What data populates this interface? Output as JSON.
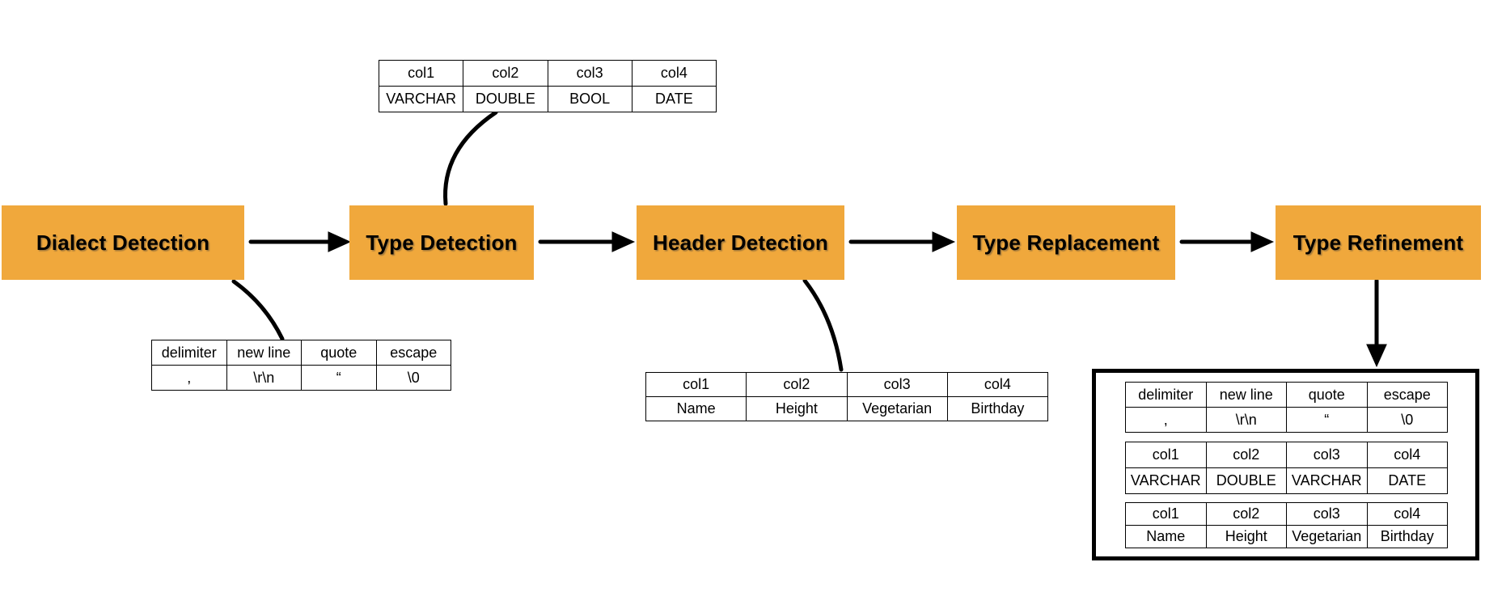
{
  "stages": [
    {
      "label": "Dialect Detection"
    },
    {
      "label": "Type Detection"
    },
    {
      "label": "Header Detection"
    },
    {
      "label": "Type Replacement"
    },
    {
      "label": "Type Refinement"
    }
  ],
  "tables": {
    "dialect_detected": {
      "headers": [
        "delimiter",
        "new line",
        "quote",
        "escape"
      ],
      "values": [
        ",",
        "\\r\\n",
        "“",
        "\\0"
      ]
    },
    "types_detected": {
      "headers": [
        "col1",
        "col2",
        "col3",
        "col4"
      ],
      "values": [
        "VARCHAR",
        "DOUBLE",
        "BOOL",
        "DATE"
      ]
    },
    "header_detected": {
      "headers": [
        "col1",
        "col2",
        "col3",
        "col4"
      ],
      "values": [
        "Name",
        "Height",
        "Vegetarian",
        "Birthday"
      ]
    },
    "final_dialect": {
      "headers": [
        "delimiter",
        "new line",
        "quote",
        "escape"
      ],
      "values": [
        ",",
        "\\r\\n",
        "“",
        "\\0"
      ]
    },
    "final_types": {
      "headers": [
        "col1",
        "col2",
        "col3",
        "col4"
      ],
      "values": [
        "VARCHAR",
        "DOUBLE",
        "VARCHAR",
        "DATE"
      ]
    },
    "final_header": {
      "headers": [
        "col1",
        "col2",
        "col3",
        "col4"
      ],
      "values": [
        "Name",
        "Height",
        "Vegetarian",
        "Birthday"
      ]
    }
  },
  "colors": {
    "stage_fill": "#F0A83C",
    "line": "#000000",
    "table_border": "#000000",
    "background": "#FFFFFF"
  }
}
